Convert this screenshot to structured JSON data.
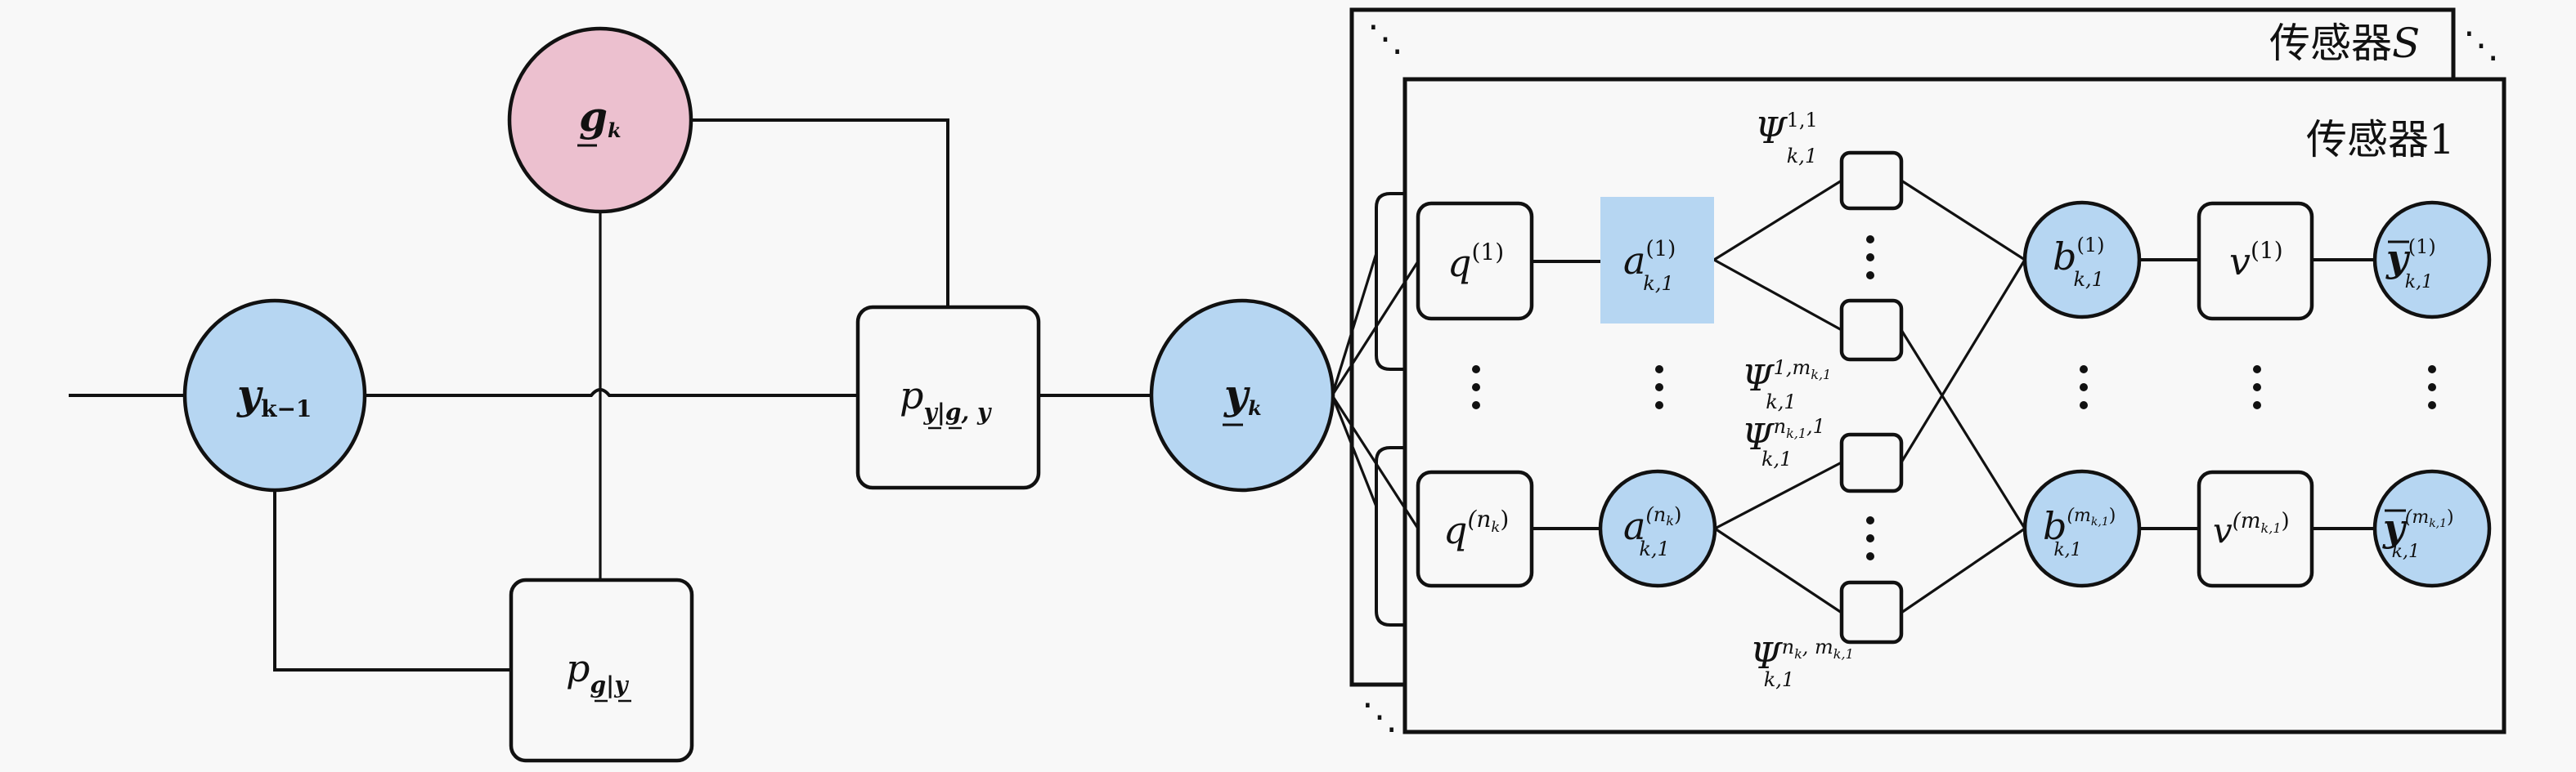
{
  "colors": {
    "background": "#f8f8f8",
    "observed_fill": "#b6d6f2",
    "latent_fill": "#ecc0cf",
    "stroke": "#111111"
  },
  "sensors": {
    "outer_label": "传感器S",
    "outer_label_cjk": "传感器",
    "outer_label_var": "S",
    "inner_label": "传感器1",
    "inner_label_cjk": "传感器",
    "inner_label_num": "1",
    "ellipsis": "⋱"
  },
  "nodes": {
    "y_prev": {
      "base": "y",
      "sub": "k−1",
      "type": "variable",
      "fill": "observed"
    },
    "g_k": {
      "base": "g",
      "sub": "k",
      "underline": true,
      "type": "variable",
      "fill": "latent"
    },
    "y_k": {
      "base": "y",
      "sub": "k",
      "underline": true,
      "type": "variable",
      "fill": "observed"
    },
    "p_g_given_y": {
      "base": "p",
      "sub": "g|y",
      "type": "factor"
    },
    "p_y_given_gy": {
      "base": "p",
      "sub": "y|g, y",
      "type": "factor"
    },
    "q_1": {
      "base": "q",
      "sup": "(1)",
      "type": "factor"
    },
    "q_nk": {
      "base": "q",
      "sup": "(n",
      "sup_sub": "k",
      "sup_close": ")",
      "type": "factor"
    },
    "a_1": {
      "base": "a",
      "sup": "(1)",
      "sub": "k,1",
      "type": "variable",
      "fill": "observed"
    },
    "a_nk": {
      "base": "a",
      "sup": "(n",
      "sup_sub": "k",
      "sup_close": ")",
      "sub": "k,1",
      "type": "variable",
      "fill": "observed"
    },
    "b_1": {
      "base": "b",
      "sup": "(1)",
      "sub": "k,1",
      "type": "variable",
      "fill": "observed"
    },
    "b_m": {
      "base": "b",
      "sup": "(m",
      "sup_sub": "k,1",
      "sup_close": ")",
      "sub": "k,1",
      "type": "variable",
      "fill": "observed"
    },
    "v_1": {
      "base": "v",
      "sup": "(1)",
      "type": "factor"
    },
    "v_m": {
      "base": "v",
      "sup": "(m",
      "sup_sub": "k,1",
      "sup_close": ")",
      "type": "factor"
    },
    "ybar_1": {
      "base": "y",
      "bar": true,
      "sup": "(1)",
      "sub": "k,1",
      "type": "variable",
      "fill": "observed"
    },
    "ybar_m": {
      "base": "y",
      "bar": true,
      "sup": "(m",
      "sup_sub": "k,1",
      "sup_close": ")",
      "sub": "k,1",
      "type": "variable",
      "fill": "observed"
    }
  },
  "psi_factors": [
    {
      "base": "Ψ",
      "sup": "1,1",
      "sub": "k,1"
    },
    {
      "base": "Ψ",
      "sup": "1,m",
      "sup_sub": "k,1",
      "sub": "k,1"
    },
    {
      "base": "Ψ",
      "sup": "n",
      "sup_sub": "k,1",
      "sup_tail": ",1",
      "sub": "k,1"
    },
    {
      "base": "Ψ",
      "sup": "n",
      "sup_sub": "k",
      "sup_tail": ", m",
      "sup_tail_sub": "k,1",
      "sub": "k,1"
    }
  ],
  "vertical_ellipsis": "⋮"
}
